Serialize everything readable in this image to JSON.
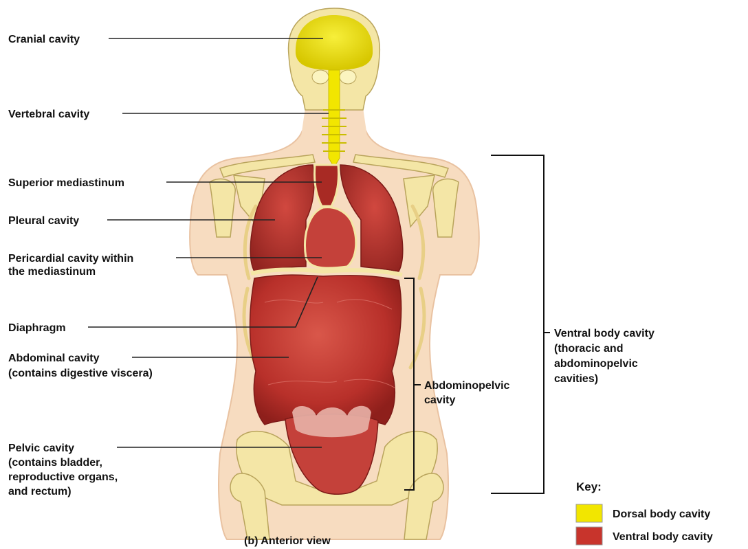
{
  "colors": {
    "dorsal": "#f2e600",
    "ventral": "#c8342c",
    "skin": "#f7dcc0",
    "bone": "#f4e6a6"
  },
  "labels": {
    "cranial": "Cranial cavity",
    "vertebral": "Vertebral cavity",
    "superior_mediastinum": "Superior mediastinum",
    "pleural": "Pleural cavity",
    "pericardial_1": "Pericardial cavity within",
    "pericardial_2": "the mediastinum",
    "diaphragm": "Diaphragm",
    "abdominal_1": "Abdominal cavity",
    "abdominal_2": "(contains digestive viscera)",
    "pelvic_1": "Pelvic cavity",
    "pelvic_2": "(contains bladder,",
    "pelvic_3": "reproductive organs,",
    "pelvic_4": "and rectum)",
    "abdominopelvic_1": "Abdominopelvic",
    "abdominopelvic_2": "cavity",
    "ventral_1": "Ventral body cavity",
    "ventral_2": "(thoracic and",
    "ventral_3": "abdominopelvic",
    "ventral_4": "cavities)"
  },
  "key": {
    "title": "Key:",
    "dorsal_label": "Dorsal body cavity",
    "ventral_label": "Ventral body cavity"
  },
  "caption": "(b) Anterior view"
}
